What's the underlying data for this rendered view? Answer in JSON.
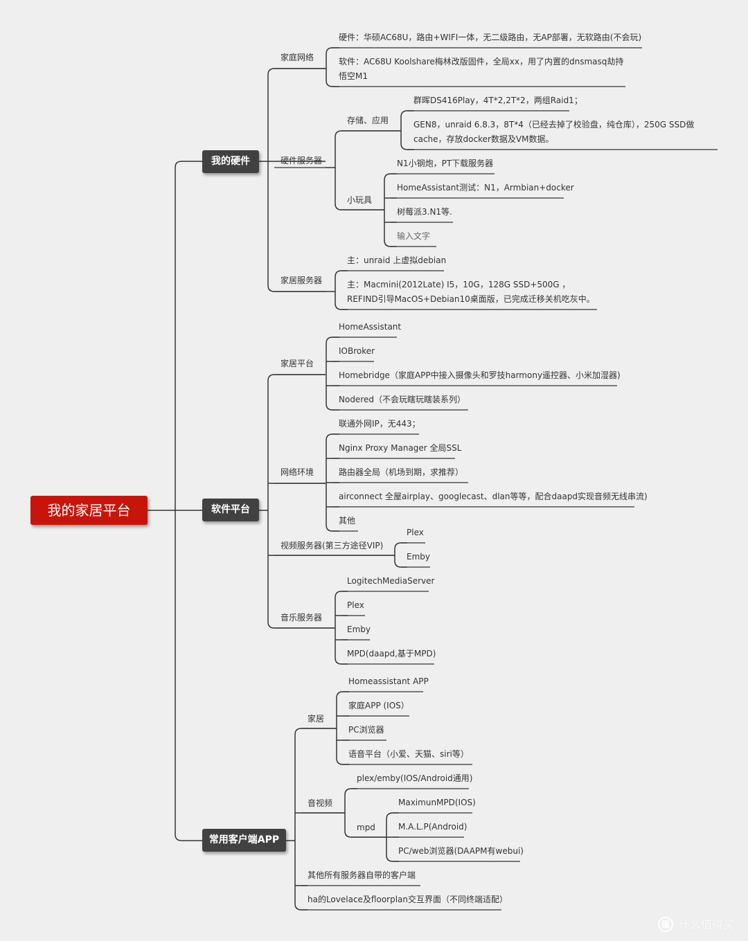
{
  "root": "我的家居平台",
  "branches": {
    "hardware": "我的硬件",
    "software": "软件平台",
    "clients": "常用客户端APP"
  },
  "hardware": {
    "home_network": {
      "label": "家庭网络",
      "items": [
        "硬件：华硕AC68U，路由+WIFI一体，无二级路由，无AP部署，无软路由(不会玩)",
        "软件：AC68U Koolshare梅林改版固件，全局xx，用了内置的dnsmasq劫持悟空M1"
      ]
    },
    "hw_server": {
      "label": "硬件服务器",
      "storage": {
        "label": "存储、应用",
        "items": [
          "群晖DS416Play，4T*2,2T*2，两组Raid1；",
          "GEN8，unraid 6.8.3，8T*4（已经去掉了校验盘，纯仓库），250G SSD做cache，存放docker数据及VM数据。"
        ]
      },
      "toys": {
        "label": "小玩具",
        "items": [
          "N1小钢炮，PT下载服务器",
          "HomeAssistant测试：N1，Armbian+docker",
          "树莓派3.N1等.",
          "输入文字"
        ]
      }
    },
    "home_server": {
      "label": "家居服务器",
      "items": [
        "主：unraid 上虚拟debian",
        "主：Macmini(2012Late) I5，10G，128G SSD+500G ，REFIND引导MacOS+Debian10桌面版，已完成迁移关机吃灰中。"
      ]
    }
  },
  "software": {
    "home_platform": {
      "label": "家居平台",
      "items": [
        "HomeAssistant",
        "IOBroker",
        "Homebridge（家庭APP中接入摄像头和罗技harmony遥控器、小米加湿器)",
        "Nodered（不会玩瞎玩瞎装系列）"
      ]
    },
    "network_env": {
      "label": "网络环境",
      "items": [
        "联通外网IP，无443；",
        "Nginx Proxy Manager 全局SSL",
        "路由器全局（机场到期，求推荐）",
        "airconnect 全屋airplay、googlecast、dlan等等，配合daapd实现音频无线串流)",
        "其他"
      ]
    },
    "video_server": {
      "label": "视频服务器(第三方途径VIP)",
      "items": [
        "Plex",
        "Emby"
      ]
    },
    "music_server": {
      "label": "音乐服务器",
      "items": [
        "LogitechMediaServer",
        "Plex",
        "Emby",
        "MPD(daapd,基于MPD)"
      ]
    }
  },
  "clients": {
    "home": {
      "label": "家居",
      "items": [
        "Homeassistant APP",
        "家庭APP (IOS）",
        "PC浏览器",
        "语音平台（小爱、天猫、siri等）"
      ]
    },
    "av": {
      "label": "音视频",
      "plex": "plex/emby(IOS/Android通用)",
      "mpd": {
        "label": "mpd",
        "items": [
          "MaximunMPD(IOS)",
          "M.A.L.P(Android)",
          "PC/web浏览器(DAAPM有webui)"
        ]
      }
    },
    "others": "其他所有服务器自带的客户端",
    "ha_lovelace": "ha的Lovelace及floorplan交互界面（不同终端适配）"
  },
  "watermark": {
    "icon_glyph": "值",
    "text": "什么值得买"
  }
}
